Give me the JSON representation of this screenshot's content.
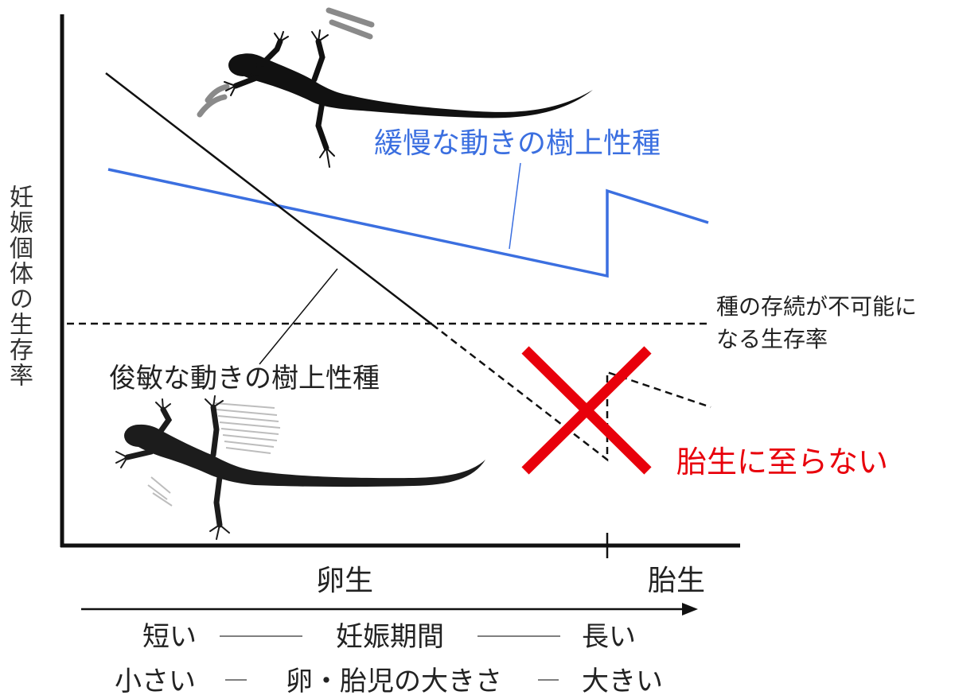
{
  "y_axis_label": "妊娠個体の生存率",
  "x_categories": {
    "oviparity": "卵生",
    "viviparity": "胎生"
  },
  "series": {
    "slow": {
      "label": "緩慢な動きの樹上性種",
      "color": "#3b6fe0"
    },
    "agile": {
      "label": "俊敏な動きの樹上性種",
      "color": "#111111"
    }
  },
  "threshold": {
    "label_line1": "種の存続が不可能に",
    "label_line2": "なる生存率"
  },
  "no_viviparity": {
    "label": "胎生に至らない",
    "color": "#e8000b"
  },
  "axis_rows": {
    "row1": {
      "left": "短い",
      "middle": "妊娠期間",
      "right": "長い"
    },
    "row2": {
      "left": "小さい",
      "middle": "卵・胎児の大きさ",
      "right": "大きい"
    }
  },
  "icons": [
    "lizard-slow-icon",
    "lizard-agile-icon",
    "cross-icon"
  ]
}
